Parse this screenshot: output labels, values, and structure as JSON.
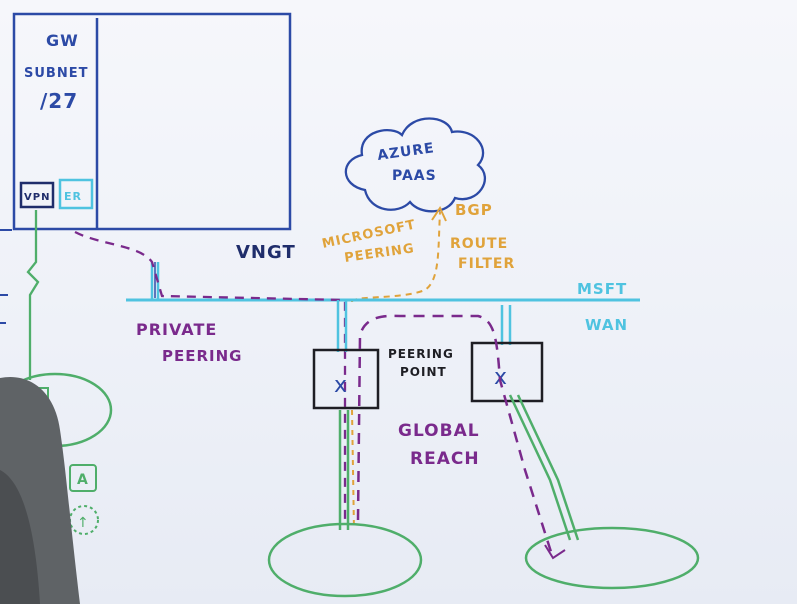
{
  "labels": {
    "gw_subnet_1": "GW",
    "gw_subnet_2": "SUBNET",
    "gw_subnet_3": "/27",
    "vpn": "VPN",
    "er": "ER",
    "vngt": "VNGT",
    "azure_paas_1": "AZURE",
    "azure_paas_2": "PAAS",
    "microsoft_peering_1": "MICROSOFT",
    "microsoft_peering_2": "PEERING",
    "bgp": "BGP",
    "route_filter_1": "ROUTE",
    "route_filter_2": "FILTER",
    "msft": "MSFT",
    "wan": "WAN",
    "private_peering_1": "PRIVATE",
    "private_peering_2": "PEERING",
    "peering_point_1": "PEERING",
    "peering_point_2": "POINT",
    "global_reach_1": "GLOBAL",
    "global_reach_2": "REACH",
    "node_a": "A"
  },
  "colors": {
    "blue": "#2c4aa6",
    "cyan": "#4fc3e0",
    "green": "#4fae6a",
    "purple": "#7a2a8c",
    "orange": "#e0a33b",
    "black": "#1e1e24",
    "dark_blue": "#1f2d6b"
  }
}
